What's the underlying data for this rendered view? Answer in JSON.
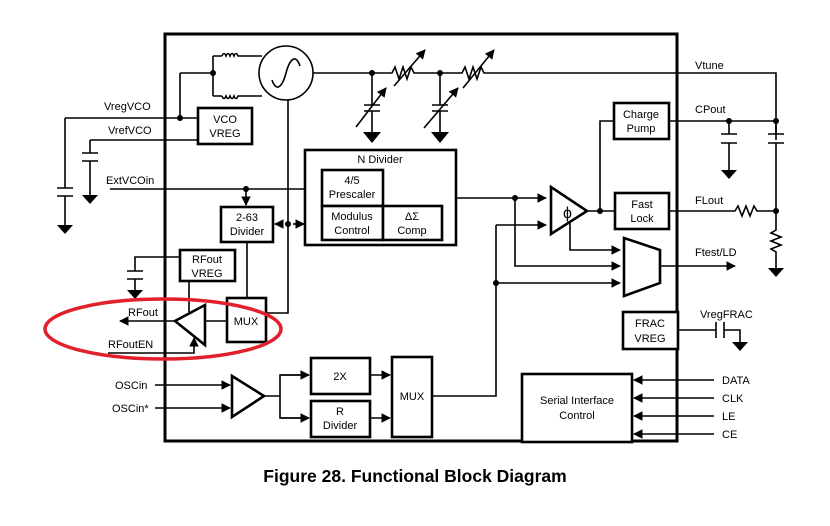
{
  "caption": "Figure 28.  Functional Block Diagram",
  "highlight_color": "#e0202a",
  "blocks": {
    "vco_vreg": [
      "VCO",
      "VREG"
    ],
    "n_divider": "N Divider",
    "prescaler": [
      "4/5",
      "Prescaler"
    ],
    "modulus": [
      "Modulus",
      "Control"
    ],
    "delta_sigma": [
      "ΔΣ",
      "Comp"
    ],
    "divider_2_63": [
      "2-63",
      "Divider"
    ],
    "rfout_vreg": [
      "RFout",
      "VREG"
    ],
    "mux_rf": "MUX",
    "charge_pump": [
      "Charge",
      "Pump"
    ],
    "fast_lock": [
      "Fast",
      "Lock"
    ],
    "phase_detector": "ϕ",
    "frac_vreg": [
      "FRAC",
      "VREG"
    ],
    "doubler": "2X",
    "r_divider": [
      "R",
      "Divider"
    ],
    "mux_ref": "MUX",
    "serial": [
      "Serial Interface",
      "Control"
    ]
  },
  "pins": {
    "vregvco": "VregVCO",
    "vrefvco": "VrefVCO",
    "extvcoin": "ExtVCOin",
    "rfout": "RFout",
    "rfouten": "RFoutEN",
    "oscin": "OSCin",
    "oscin_n": "OSCin*",
    "vtune": "Vtune",
    "cpout": "CPout",
    "flout": "FLout",
    "ftest": "Ftest/LD",
    "vregfrac": "VregFRAC",
    "data": "DATA",
    "clk": "CLK",
    "le": "LE",
    "ce": "CE"
  }
}
